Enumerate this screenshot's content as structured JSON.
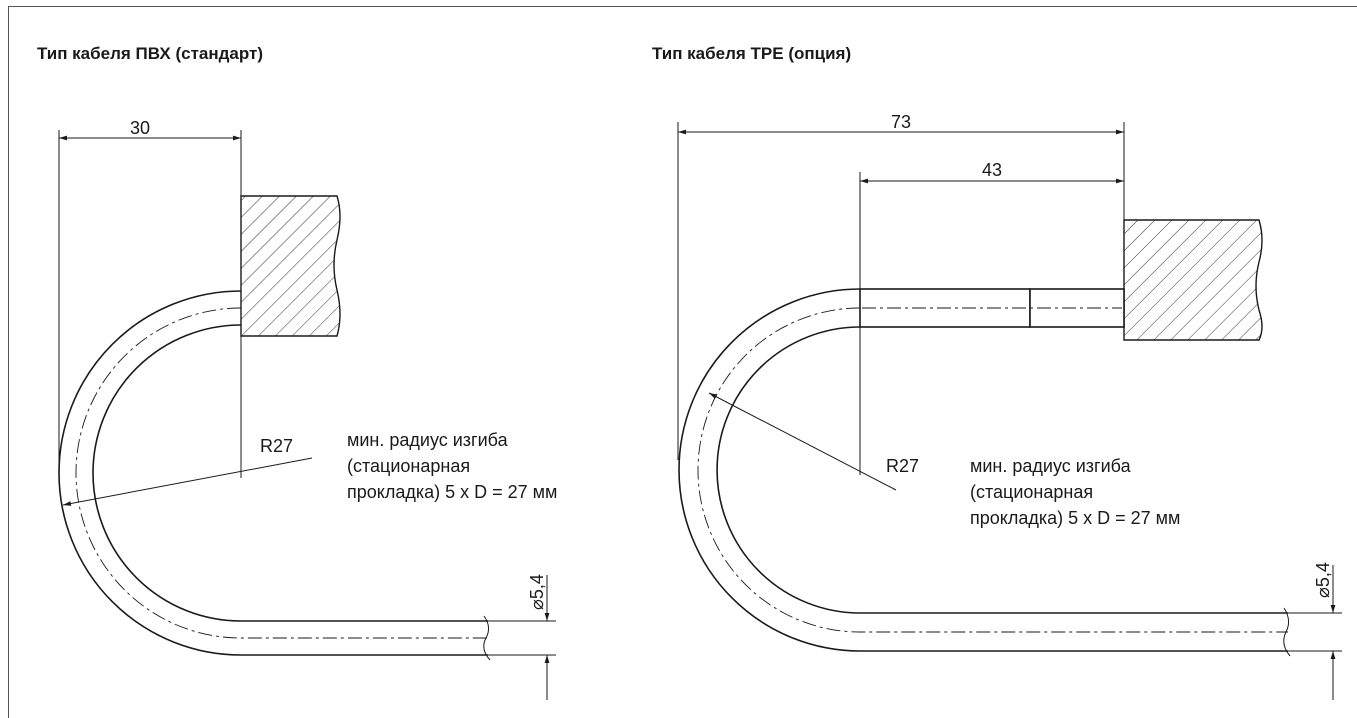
{
  "left": {
    "title": "Тип кабеля ПВХ (стандарт)",
    "dim_width": "30",
    "radius_label": "R27",
    "note_lines": [
      "мин. радиус изгиба",
      "(стационарная",
      "прокладка) 5 x D = 27 мм"
    ],
    "diameter_label": "⌀5,4"
  },
  "right": {
    "title": "Тип кабеля TPE (опция)",
    "dim_total": "73",
    "dim_inner": "43",
    "radius_label": "R27",
    "note_lines": [
      "мин. радиус изгиба",
      "(стационарная",
      "прокладка) 5 x D = 27 мм"
    ],
    "diameter_label": "⌀5,4"
  }
}
